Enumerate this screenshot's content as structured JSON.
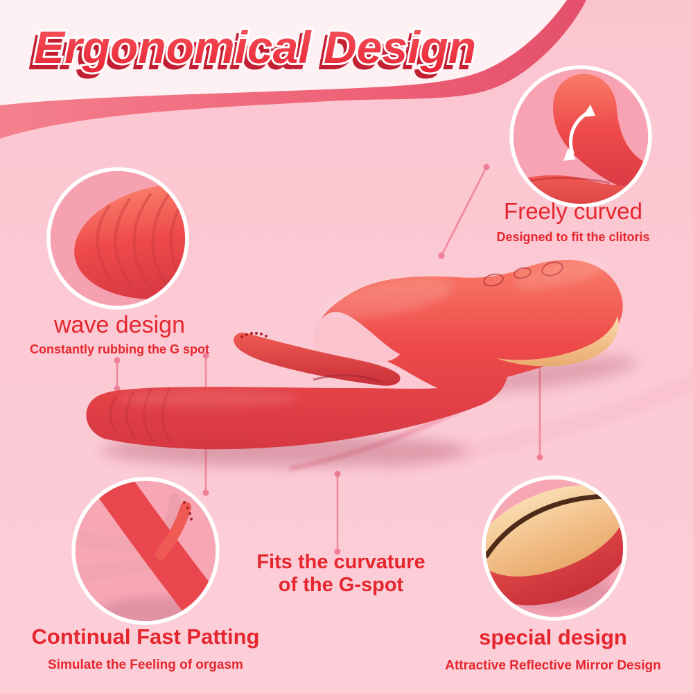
{
  "title": "Ergonomical Design",
  "colors": {
    "background": "#fbcad4",
    "background_top": "#fdf1f4",
    "ribbon_start": "#f4808d",
    "ribbon_end": "#e4506b",
    "product_red": "#ed4347",
    "mirror_gold": "#f0b97f",
    "callout_circle_fill": "#f6a3b2",
    "text_red": "#e5262e",
    "title_fill_top": "#f5565e",
    "title_fill_bottom": "#e92434",
    "title_shadow": "#c21f33",
    "connector_pink": "#f1869c"
  },
  "callouts": {
    "freely_curved": {
      "label": "Freely curved",
      "sublabel": "Designed to fit the clitoris"
    },
    "wave_design": {
      "label": "wave design",
      "sublabel": "Constantly rubbing the G spot"
    },
    "fits_curvature": {
      "line1": "Fits the curvature",
      "line2": "of the G-spot"
    },
    "continual_fast_patting": {
      "label": "Continual Fast Patting",
      "sublabel": "Simulate the Feeling of orgasm"
    },
    "special_design": {
      "label": "special design",
      "sublabel": "Attractive Reflective Mirror Design"
    }
  },
  "icons": {
    "rotation_arrow": "curved-double-arrow-icon"
  }
}
